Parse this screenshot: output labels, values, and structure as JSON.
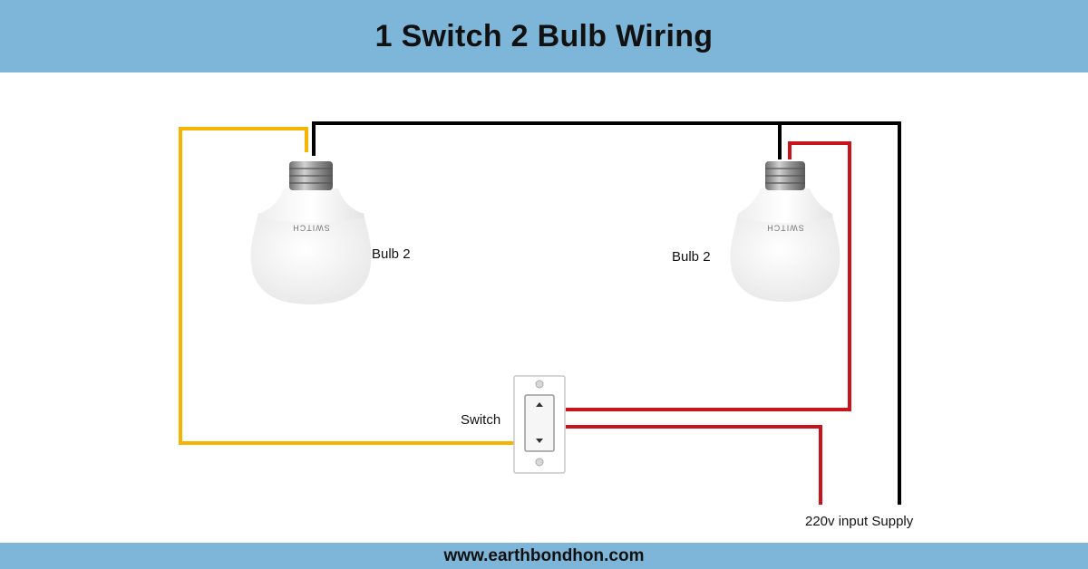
{
  "title": "1 Switch 2 Bulb Wiring",
  "footer_url": "www.earthbondhon.com",
  "labels": {
    "bulb_left": "Bulb 2",
    "bulb_right": "Bulb 2",
    "switch": "Switch",
    "supply": "220v input Supply"
  },
  "bulb_brand": "SWITCH",
  "colors": {
    "header_bg": "#7eb6d9",
    "neutral_wire": "#000000",
    "phase_wire": "#c8141c",
    "bulb_link_wire": "#f5b400"
  }
}
